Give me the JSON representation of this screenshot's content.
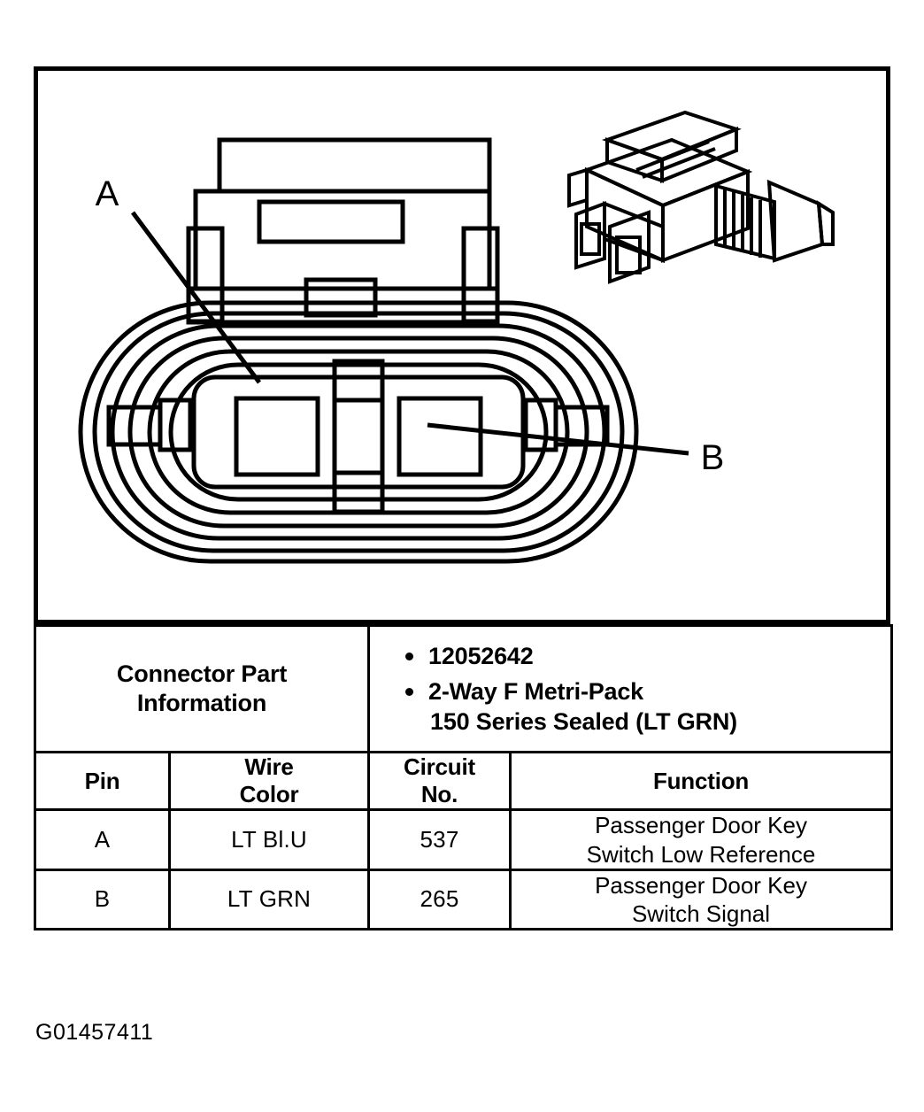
{
  "figure": {
    "caption_code": "G01457411",
    "callouts": [
      {
        "label": "A",
        "name": "callout-a"
      },
      {
        "label": "B",
        "name": "callout-b"
      }
    ],
    "views": {
      "front_view_name": "connector-front-view",
      "iso_view_name": "connector-isometric-view"
    }
  },
  "table": {
    "part_info": {
      "label_line1": "Connector Part",
      "label_line2": "Information",
      "items": [
        {
          "text": "12052642",
          "continuation": ""
        },
        {
          "text": "2-Way F Metri-Pack",
          "continuation": "150 Series Sealed (LT GRN)"
        }
      ]
    },
    "headers": {
      "pin": "Pin",
      "wire_color_line1": "Wire",
      "wire_color_line2": "Color",
      "circuit_no_line1": "Circuit",
      "circuit_no_line2": "No.",
      "function": "Function"
    },
    "rows": [
      {
        "pin": "A",
        "wire_color": "LT Bl.U",
        "circuit_no": "537",
        "function_line1": "Passenger Door Key",
        "function_line2": "Switch Low Reference"
      },
      {
        "pin": "B",
        "wire_color": "LT GRN",
        "circuit_no": "265",
        "function_line1": "Passenger Door Key",
        "function_line2": "Switch Signal"
      }
    ]
  },
  "colors": {
    "line": "#000000",
    "background": "#ffffff"
  }
}
